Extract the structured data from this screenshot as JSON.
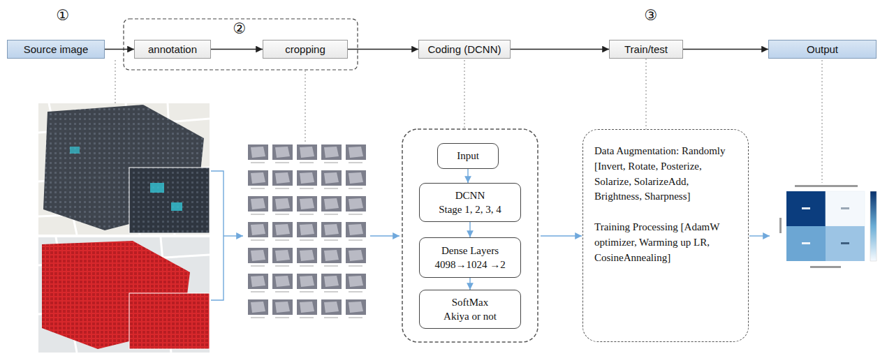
{
  "diagram": {
    "nodes": [
      {
        "text": [
          "Source image"
        ]
      },
      {
        "text": [
          "annotation"
        ]
      },
      {
        "text": [
          "cropping"
        ]
      },
      {
        "text": [
          "Coding (DCNN)"
        ]
      },
      {
        "text": [
          "Train/test"
        ]
      },
      {
        "text": [
          "Output"
        ]
      },
      {
        "text": [
          "Input"
        ]
      },
      {
        "text": [
          "DCNN",
          "Stage 1, 2, 3, 4"
        ]
      },
      {
        "text": [
          "Dense Layers",
          "4098→1024 →2"
        ]
      },
      {
        "text": [
          "SoftMax",
          "Akiya or not"
        ]
      },
      {
        "text": [
          "Data Augmentation: Randomly [Invert, Rotate, Posterize, Solarize, SolarizeAdd, Brightness, Sharpness]",
          "Training Processing [AdamW optimizer, Warming up LR, CosineAnnealing]"
        ]
      }
    ],
    "edges": [
      {
        "from": 0,
        "to": 1,
        "arrow": "to"
      },
      {
        "from": 1,
        "to": 2,
        "arrow": "to"
      },
      {
        "from": 2,
        "to": 3,
        "arrow": "to"
      },
      {
        "from": 3,
        "to": 4,
        "arrow": "to"
      },
      {
        "from": 4,
        "to": 5,
        "arrow": "to"
      },
      {
        "from": 6,
        "to": 7,
        "arrow": "to"
      },
      {
        "from": 7,
        "to": 8,
        "arrow": "to"
      },
      {
        "from": 8,
        "to": 9,
        "arrow": "to"
      },
      {
        "from": 4,
        "to": 10,
        "arrow": "none"
      }
    ],
    "labels": [
      "①",
      "②",
      "③"
    ]
  }
}
